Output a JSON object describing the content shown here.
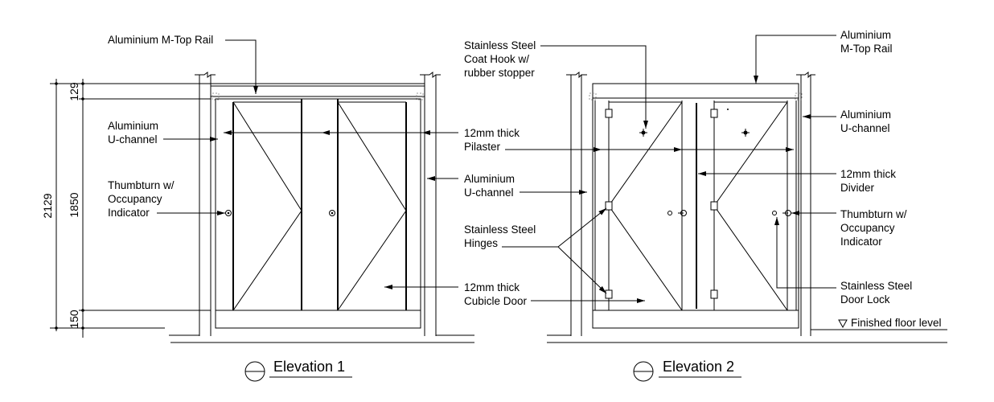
{
  "elevation1": {
    "title": "Elevation 1",
    "dimensions": {
      "total": "2129",
      "top": "129",
      "middle": "1850",
      "bottom": "150"
    },
    "labels": {
      "top_rail": "Aluminium M-Top Rail",
      "u_channel_left": [
        "Aluminium",
        "U-channel"
      ],
      "thumbturn": [
        "Thumbturn w/",
        "Occupancy",
        "Indicator"
      ],
      "pilaster": [
        "12mm thick",
        "Pilaster"
      ],
      "u_channel_right": [
        "Aluminium",
        "U-channel"
      ],
      "hinges": [
        "Stainless Steel",
        "Hinges"
      ],
      "cubicle_door": [
        "12mm thick",
        "Cubicle Door"
      ]
    }
  },
  "elevation2": {
    "title": "Elevation 2",
    "labels": {
      "coat_hook": [
        "Stainless Steel",
        "Coat Hook w/",
        "rubber stopper"
      ],
      "top_rail": [
        "Aluminium",
        "M-Top Rail"
      ],
      "u_channel": [
        "Aluminium",
        "U-channel"
      ],
      "divider": [
        "12mm thick",
        "Divider"
      ],
      "thumbturn": [
        "Thumbturn w/",
        "Occupancy",
        "Indicator"
      ],
      "door_lock": [
        "Stainless Steel",
        "Door Lock"
      ],
      "floor_level": "Finished floor level"
    }
  }
}
